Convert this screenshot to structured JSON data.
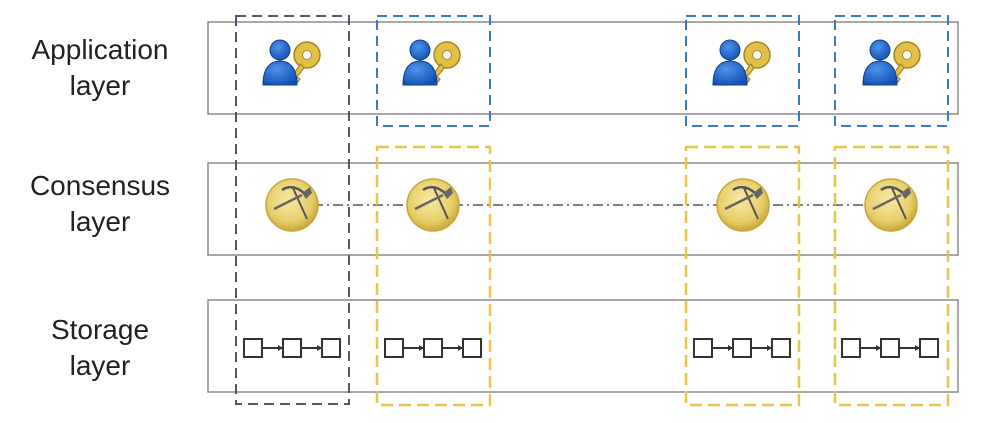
{
  "layers": [
    {
      "id": "application",
      "label_line1": "Application",
      "label_line2": "layer"
    },
    {
      "id": "consensus",
      "label_line1": "Consensus",
      "label_line2": "layer"
    },
    {
      "id": "storage",
      "label_line1": "Storage",
      "label_line2": "layer"
    }
  ],
  "nodes": [
    {
      "id": "node-1",
      "has_application": true
    },
    {
      "id": "node-2",
      "has_application": true
    },
    {
      "id": "node-3",
      "has_application": true
    },
    {
      "id": "node-4",
      "has_application": true
    }
  ],
  "icons": {
    "application": "user-key-icon",
    "consensus": "miner-pickaxe-icon",
    "storage": "blockchain-icon"
  },
  "colors": {
    "layer_border": "#8a8a8a",
    "node_dashed_dark": "#4a5a6a",
    "node_dashed_blue": "#3b78c8",
    "node_dashed_yellow": "#e8c44a",
    "user": "#1a5fc8",
    "key": "#e2c048",
    "coin": "#e6cf6a"
  }
}
